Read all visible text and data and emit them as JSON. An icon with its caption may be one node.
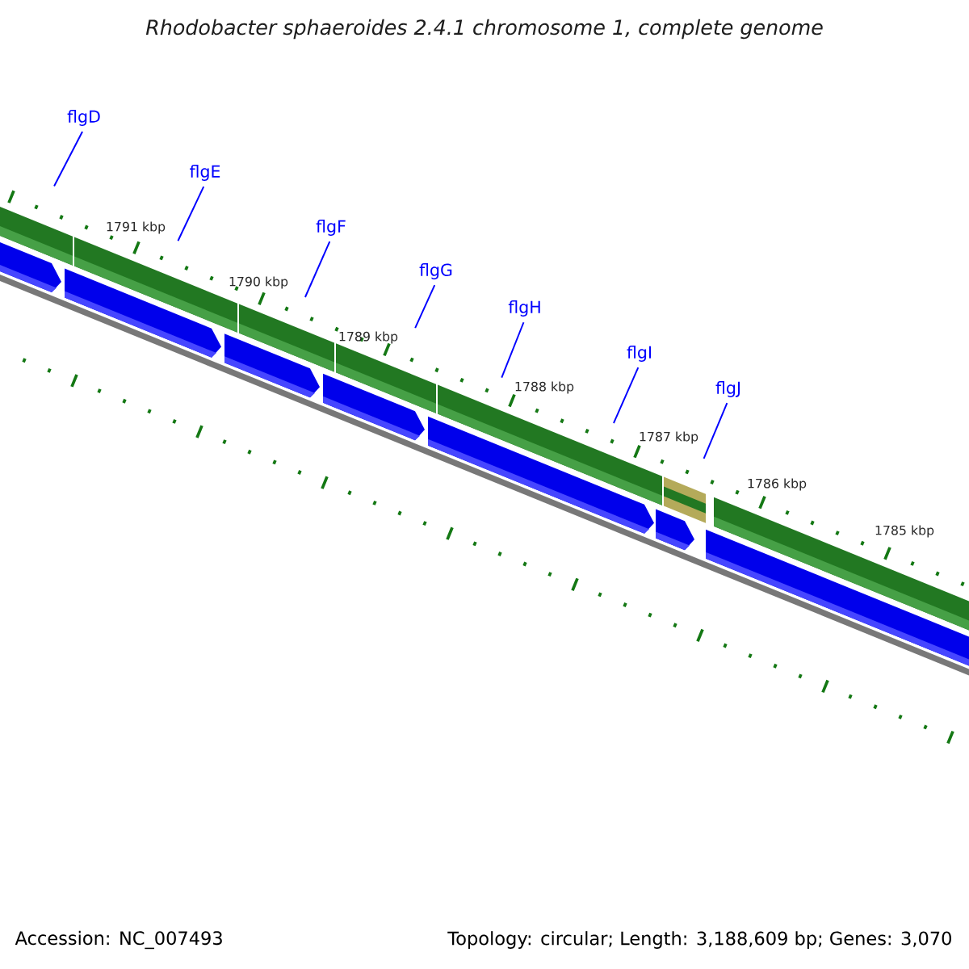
{
  "diagram": {
    "title": "Rhodobacter sphaeroides 2.4.1 chromosome 1, complete genome",
    "nodes": [
      {
        "text": [
          "flgD"
        ]
      },
      {
        "text": [
          "flgE"
        ]
      },
      {
        "text": [
          "flgF"
        ]
      },
      {
        "text": [
          "flgG"
        ]
      },
      {
        "text": [
          "flgH"
        ]
      },
      {
        "text": [
          "flgI"
        ]
      },
      {
        "text": [
          "flgJ"
        ]
      }
    ],
    "edges": [
      {
        "from": 0,
        "to": null,
        "arrow": "none"
      },
      {
        "from": 1,
        "to": null,
        "arrow": "none"
      },
      {
        "from": 2,
        "to": null,
        "arrow": "none"
      },
      {
        "from": 3,
        "to": null,
        "arrow": "none"
      },
      {
        "from": 4,
        "to": null,
        "arrow": "none"
      },
      {
        "from": 5,
        "to": null,
        "arrow": "none"
      },
      {
        "from": 6,
        "to": null,
        "arrow": "none"
      }
    ],
    "labels": [
      "1791 kbp",
      "1790 kbp",
      "1789 kbp",
      "1788 kbp",
      "1787 kbp",
      "1786 kbp",
      "1785 kbp",
      "Accession: NC_007493",
      "Topology: circular; Length: 3,188,609 bp; Genes: 3,070"
    ]
  }
}
